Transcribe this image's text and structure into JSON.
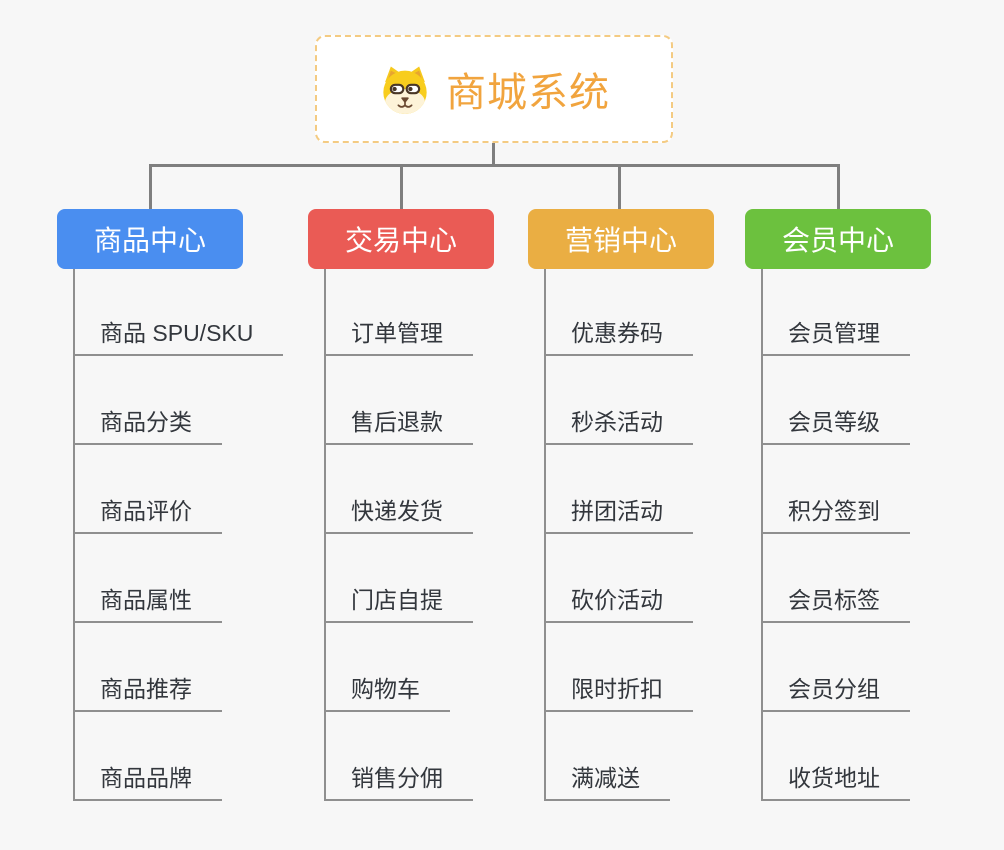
{
  "canvas": {
    "background": "#f7f7f7",
    "connector_color": "#7f7f7f",
    "underline_color": "#8f8f8f"
  },
  "root": {
    "title": "商城系统",
    "icon": "dog-face-icon",
    "text_color": "#f1a43e",
    "border_color": "#f4cb82"
  },
  "columns": [
    {
      "label": "商品中心",
      "color": "#4a8ef0",
      "items": [
        "商品 SPU/SKU",
        "商品分类",
        "商品评价",
        "商品属性",
        "商品推荐",
        "商品品牌"
      ]
    },
    {
      "label": "交易中心",
      "color": "#ea5b55",
      "items": [
        "订单管理",
        "售后退款",
        "快递发货",
        "门店自提",
        "购物车",
        "销售分佣"
      ]
    },
    {
      "label": "营销中心",
      "color": "#eaae43",
      "items": [
        "优惠券码",
        "秒杀活动",
        "拼团活动",
        "砍价活动",
        "限时折扣",
        "满减送"
      ]
    },
    {
      "label": "会员中心",
      "color": "#6cc13e",
      "items": [
        "会员管理",
        "会员等级",
        "积分签到",
        "会员标签",
        "会员分组",
        "收货地址"
      ]
    }
  ]
}
